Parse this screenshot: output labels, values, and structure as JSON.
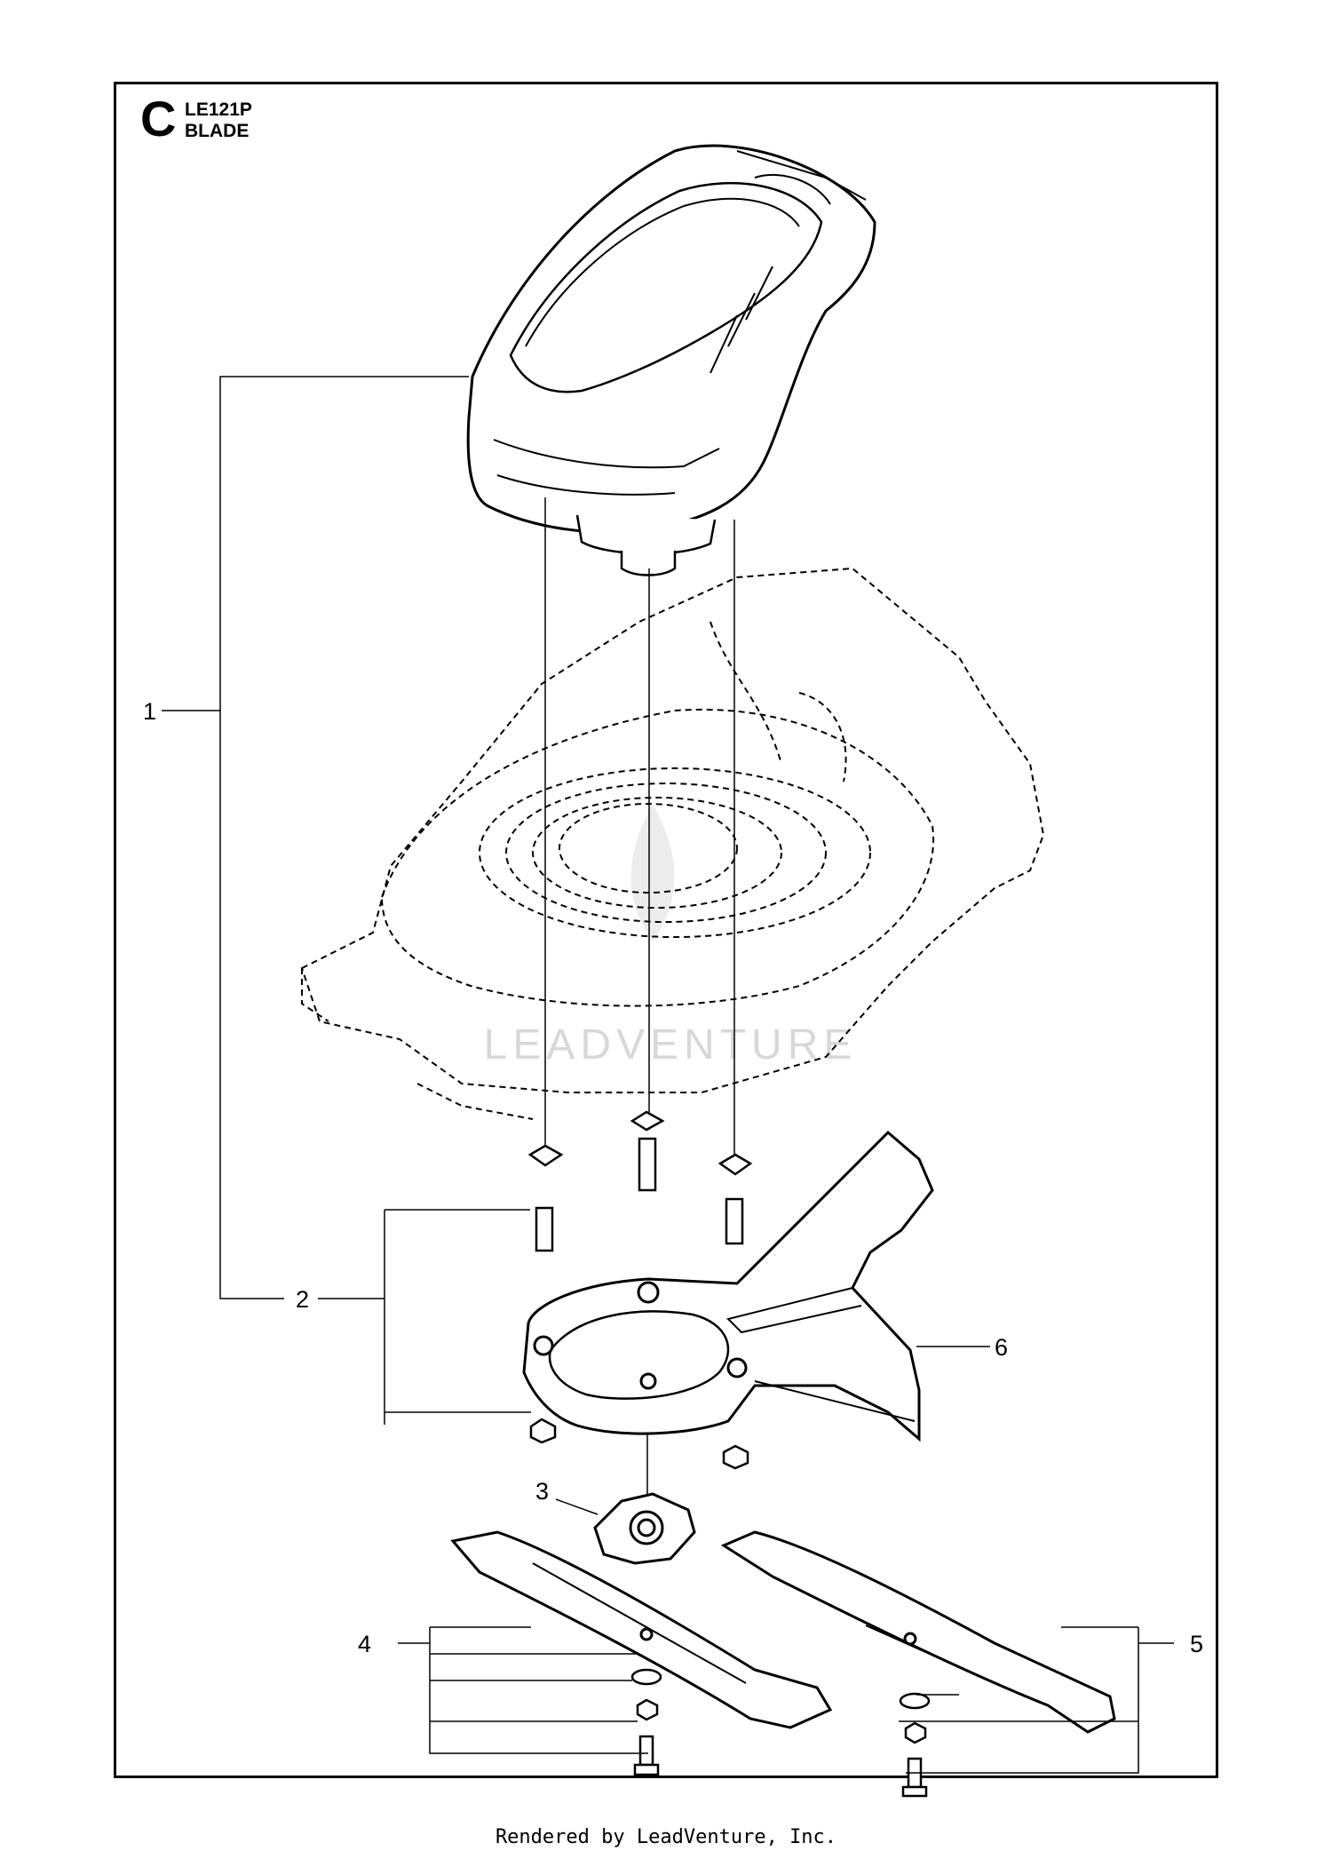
{
  "header": {
    "section_letter": "C",
    "model": "LE121P",
    "title": "BLADE"
  },
  "callouts": [
    "1",
    "2",
    "3",
    "4",
    "5",
    "6"
  ],
  "watermark": "LEADVENTURE",
  "footer": "Rendered by LeadVenture, Inc."
}
